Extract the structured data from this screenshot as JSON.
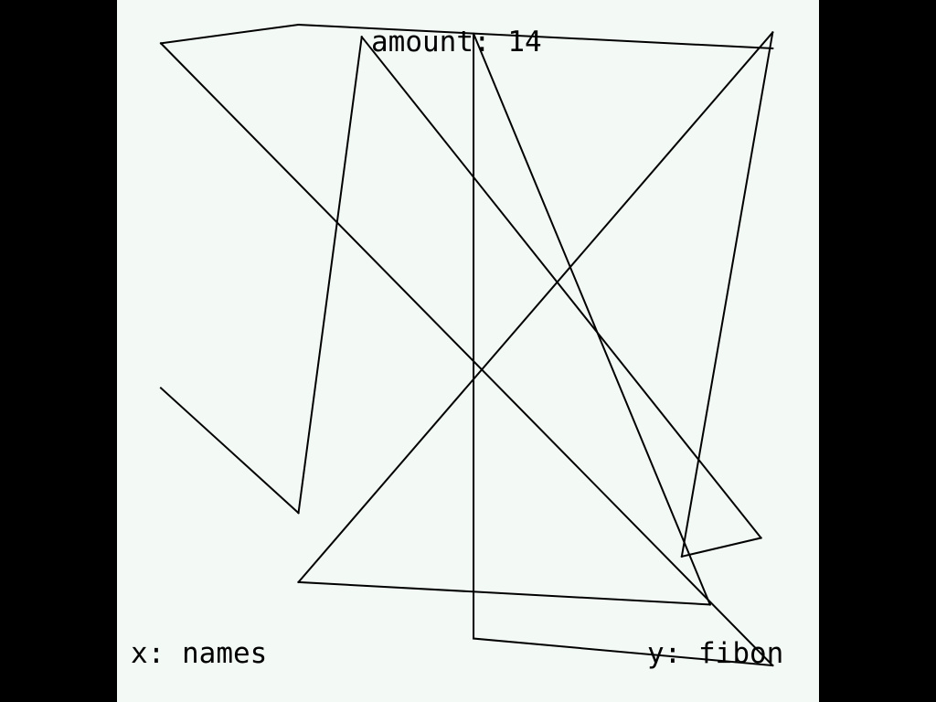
{
  "chart_data": {
    "type": "line",
    "title_prefix": "amount:",
    "title_value": "14",
    "xlabel": "x: names",
    "ylabel": "y: fibon",
    "grid": false,
    "legend": "none",
    "line_color": "#000000",
    "background": "#f3f9f5",
    "points": [
      {
        "x": 0.0,
        "y": 0.433
      },
      {
        "x": 0.224,
        "y": 0.238
      },
      {
        "x": 0.327,
        "y": 0.981
      },
      {
        "x": 0.977,
        "y": 0.199
      },
      {
        "x": 0.848,
        "y": 0.17
      },
      {
        "x": 0.996,
        "y": 0.988
      },
      {
        "x": 0.224,
        "y": 0.13
      },
      {
        "x": 0.894,
        "y": 0.095
      },
      {
        "x": 0.509,
        "y": 0.986
      },
      {
        "x": 0.509,
        "y": 0.042
      },
      {
        "x": 0.996,
        "y": 0.0
      },
      {
        "x": 0.0,
        "y": 0.971
      },
      {
        "x": 0.224,
        "y": 1.0
      },
      {
        "x": 0.996,
        "y": 0.963
      }
    ]
  }
}
